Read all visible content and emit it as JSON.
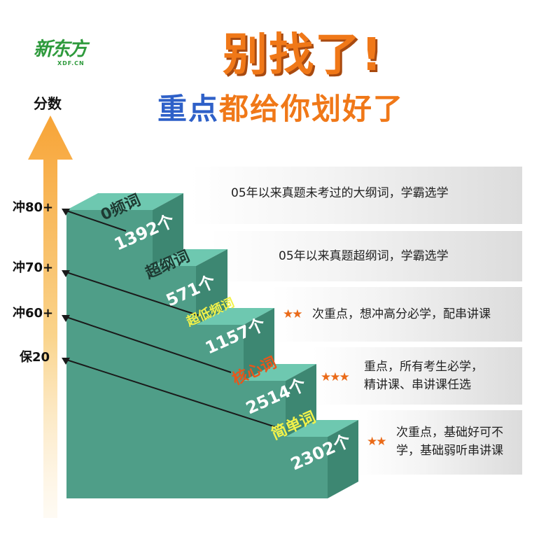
{
  "logo": {
    "text": "新东方",
    "sub": "XDF.CN"
  },
  "headline": "别找了!",
  "subheadline": {
    "part1": "重点",
    "part2": "都给你划好了"
  },
  "axis": {
    "title": "分数",
    "levels": [
      "冲80+",
      "冲70+",
      "冲60+",
      "保20"
    ]
  },
  "steps": [
    {
      "name": "0频词",
      "count": "1392个"
    },
    {
      "name": "超纲词",
      "count": "571个"
    },
    {
      "name": "超低频词",
      "count": "1157个"
    },
    {
      "name": "核心词",
      "count": "2514个"
    },
    {
      "name": "简单词",
      "count": "2302个"
    }
  ],
  "descriptions": [
    {
      "stars": "",
      "line1": "05年以来真题未考过的大纲词，学霸选学",
      "line2": ""
    },
    {
      "stars": "",
      "line1": "05年以来真题超纲词，学霸选学",
      "line2": ""
    },
    {
      "stars": "★★",
      "line1": "次重点，想冲高分必学，配串讲课",
      "line2": ""
    },
    {
      "stars": "★★★",
      "line1": "重点，所有考生必学，",
      "line2": "精讲课、串讲课任选"
    },
    {
      "stars": "★★",
      "line1": "次重点，基础好可不",
      "line2": "学，基础弱听串讲课"
    }
  ],
  "colors": {
    "stair_top": "#6ec8b0",
    "stair_front": "#4f9e88",
    "stair_riser": "#3d8772",
    "accent_orange": "#f07818",
    "accent_blue": "#2e60c8",
    "step_label_dark": "#1e3a32",
    "step_label_yellow": "#f2f24a",
    "step_label_orange": "#e8561a",
    "step_count": "#ffffff"
  }
}
